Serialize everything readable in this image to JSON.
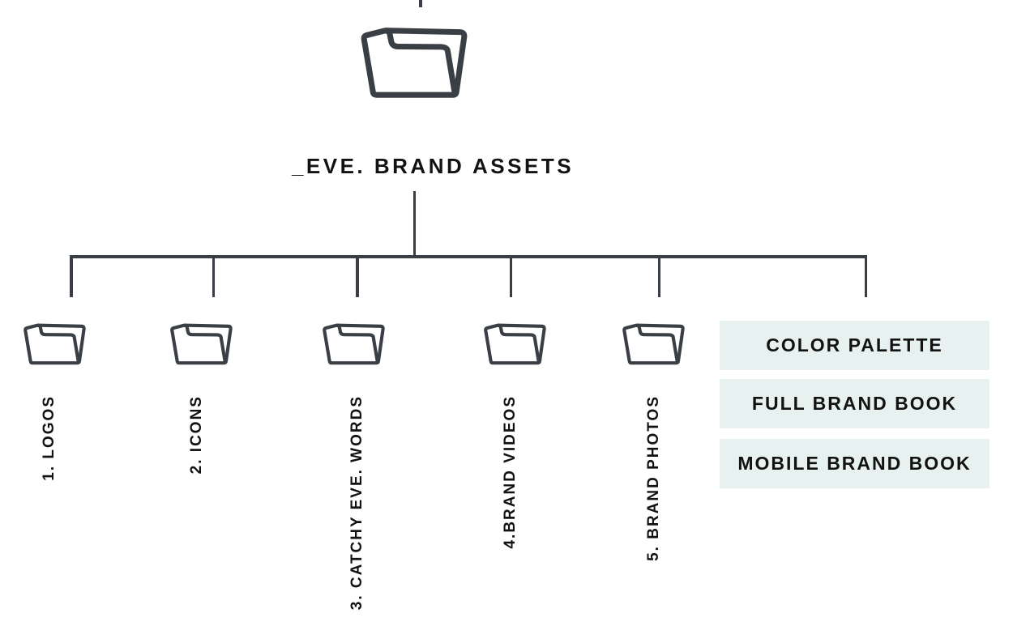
{
  "diagram": {
    "root": {
      "label": "_EVE. BRAND ASSETS",
      "icon": "open-folder-icon"
    },
    "subfolders": [
      {
        "label": "1. LOGOS",
        "icon": "open-folder-icon"
      },
      {
        "label": "2. ICONS",
        "icon": "open-folder-icon"
      },
      {
        "label": "3. CATCHY EVE. WORDS",
        "icon": "open-folder-icon"
      },
      {
        "label": "4.BRAND VIDEOS",
        "icon": "open-folder-icon"
      },
      {
        "label": "5. BRAND PHOTOS",
        "icon": "open-folder-icon"
      }
    ],
    "documents": [
      {
        "label": "COLOR PALETTE"
      },
      {
        "label": "FULL BRAND BOOK"
      },
      {
        "label": "MOBILE BRAND BOOK"
      }
    ],
    "colors": {
      "line": "#3a3f45",
      "highlight_bg": "#e6f1f0",
      "text": "#121212"
    }
  }
}
